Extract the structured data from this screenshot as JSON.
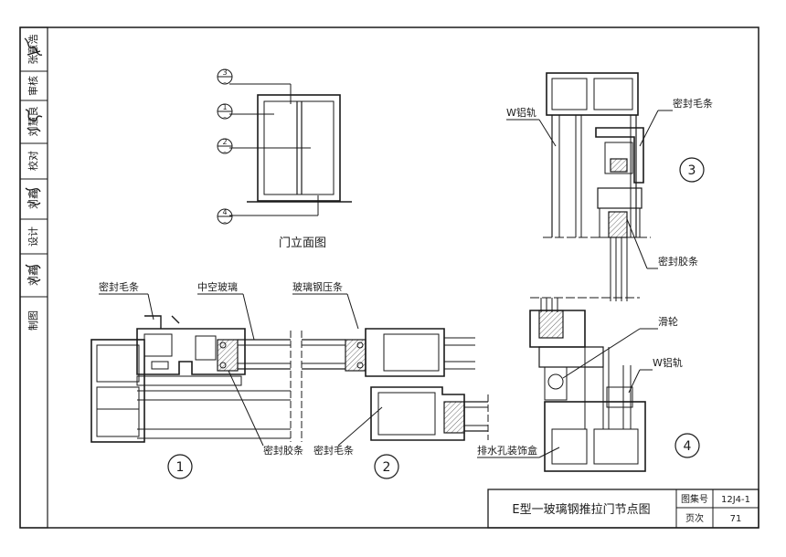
{
  "side_column": {
    "cells": [
      {
        "name": "张意浩",
        "role": ""
      },
      {
        "name": "",
        "role": "审核"
      },
      {
        "name": "刘慧良",
        "role": ""
      },
      {
        "name": "",
        "role": "校对"
      },
      {
        "name": "刘鑫",
        "role": ""
      },
      {
        "name": "",
        "role": "设计"
      },
      {
        "name": "刘鑫",
        "role": ""
      },
      {
        "name": "",
        "role": "制图"
      }
    ]
  },
  "elevation": {
    "caption": "门立面图",
    "callouts": [
      "3",
      "1",
      "2",
      "4"
    ]
  },
  "labels": {
    "seal_brush_left": "密封毛条",
    "hollow_glass": "中空玻璃",
    "glass_bead": "玻璃钢压条",
    "sealant_1": "密封胶条",
    "seal_brush_2": "密封毛条",
    "w_rail_top": "W铝轨",
    "seal_brush_3": "密封毛条",
    "sealant_3": "密封胶条",
    "pulley": "滑轮",
    "w_rail_4": "W铝轨",
    "drain_cover": "排水孔装饰盒"
  },
  "detail_numbers": {
    "d1": "1",
    "d2": "2",
    "d3": "3",
    "d4": "4"
  },
  "title_block": {
    "title": "E型一玻璃钢推拉门节点图",
    "atlas_label": "图集号",
    "atlas_value": "12J4-1",
    "page_label": "页次",
    "page_value": "71"
  }
}
